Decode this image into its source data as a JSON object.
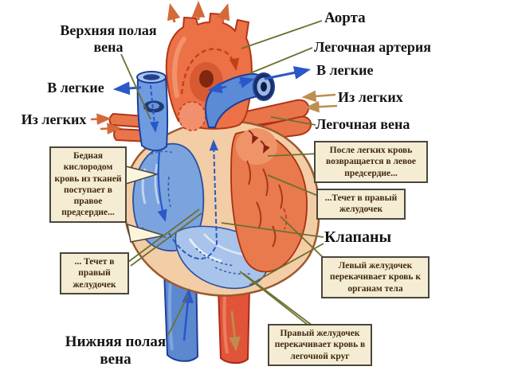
{
  "diagram": {
    "description": "Схема строения сердца и кровообращения",
    "labels": {
      "superior_vena_cava": "Верхняя полая вена",
      "to_lungs_left": "В легкие",
      "from_lungs_left": "Из легких",
      "inferior_vena_cava": "Нижняя полая вена",
      "aorta": "Аорта",
      "pulmonary_artery": "Легочная артерия",
      "to_lungs_right": "В легкие",
      "from_lungs_right": "Из легких",
      "pulmonary_vein": "Легочная вена",
      "valves": "Клапаны"
    },
    "callouts": {
      "deoxygenated_to_right_atrium": "Бедная кислородом кровь из тканей поступает в правое предсердие...",
      "flows_to_right_ventricle_left": "... Течет в правый желудочек",
      "after_lungs_to_left_atrium": "После легких кровь возвращается в левое предсердие...",
      "flows_to_right_ventricle_right": "...Течет в правый желудочек",
      "left_ventricle_pumps": "Левый желудочек перекачивает кровь к органам тела",
      "right_ventricle_pumps": "Правый желудочек перекачивает кровь в легочной круг"
    },
    "colors": {
      "background": "#ffffff",
      "artery_red": "#ec7146",
      "artery_outline": "#b13617",
      "vein_blue": "#5b8ad6",
      "vein_outline": "#1e3f96",
      "heart_wall_cream": "#f3cda5",
      "heart_wall_outline": "#9a5a2e",
      "muscle_orange": "#e87a4e",
      "leader_line_olive": "#6e7030",
      "box_background": "#f4edd4",
      "box_border": "#4a463c",
      "box_text": "#40280f",
      "label_text": "#141414",
      "arrow_blue": "#2a58c8",
      "arrow_orange": "#d4693a",
      "arrow_tan": "#bd8e4e",
      "arrow_dark_red": "#c24018"
    }
  }
}
